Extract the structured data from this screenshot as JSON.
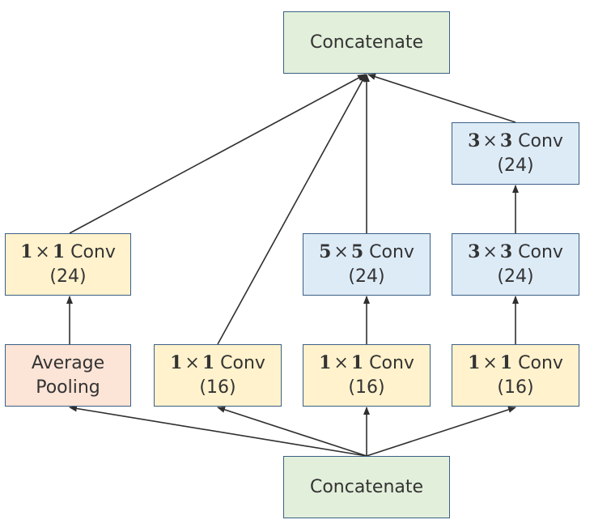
{
  "colors": {
    "concat_fill": "#e2efda",
    "conv1_fill": "#fff2cc",
    "convk_fill": "#ddebf7",
    "pool_fill": "#fce4d6",
    "border": "#3b5f86",
    "arrow": "#2f2f2f",
    "text": "#333333"
  },
  "nodes": {
    "concat_top": {
      "label": "Concatenate"
    },
    "concat_bottom": {
      "label": "Concatenate"
    },
    "avgpool": {
      "line1": "Average",
      "line2": "Pooling"
    },
    "b1_conv1": {
      "kernel_a": "1",
      "times": "×",
      "kernel_b": "1",
      "op": "Conv",
      "channels": "(24)"
    },
    "b2_conv1": {
      "kernel_a": "1",
      "times": "×",
      "kernel_b": "1",
      "op": "Conv",
      "channels": "(16)"
    },
    "b3_conv1": {
      "kernel_a": "1",
      "times": "×",
      "kernel_b": "1",
      "op": "Conv",
      "channels": "(16)"
    },
    "b3_conv5": {
      "kernel_a": "5",
      "times": "×",
      "kernel_b": "5",
      "op": "Conv",
      "channels": "(24)"
    },
    "b4_conv1": {
      "kernel_a": "1",
      "times": "×",
      "kernel_b": "1",
      "op": "Conv",
      "channels": "(16)"
    },
    "b4_conv3a": {
      "kernel_a": "3",
      "times": "×",
      "kernel_b": "3",
      "op": "Conv",
      "channels": "(24)"
    },
    "b4_conv3b": {
      "kernel_a": "3",
      "times": "×",
      "kernel_b": "3",
      "op": "Conv",
      "channels": "(24)"
    }
  }
}
